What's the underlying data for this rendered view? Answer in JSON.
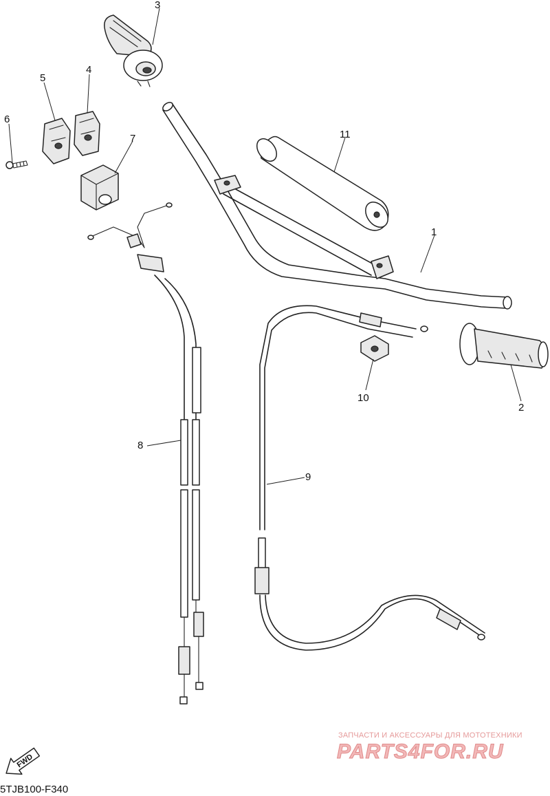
{
  "diagram": {
    "callouts": [
      {
        "id": "c1",
        "label": "1"
      },
      {
        "id": "c2",
        "label": "2"
      },
      {
        "id": "c3",
        "label": "3"
      },
      {
        "id": "c4",
        "label": "4"
      },
      {
        "id": "c5",
        "label": "5"
      },
      {
        "id": "c6",
        "label": "6"
      },
      {
        "id": "c7",
        "label": "7"
      },
      {
        "id": "c8",
        "label": "8"
      },
      {
        "id": "c9",
        "label": "9"
      },
      {
        "id": "c10",
        "label": "10"
      },
      {
        "id": "c11",
        "label": "11"
      }
    ],
    "fwd_label": "FWD",
    "drawing_code": "5TJB100-F340"
  },
  "watermark": {
    "subtitle": "ЗАПЧАСТИ И АКСЕССУАРЫ ДЛЯ МОТОТЕХНИКИ",
    "brand": "PARTS4FOR.RU",
    "color": "#f2b8b8"
  }
}
